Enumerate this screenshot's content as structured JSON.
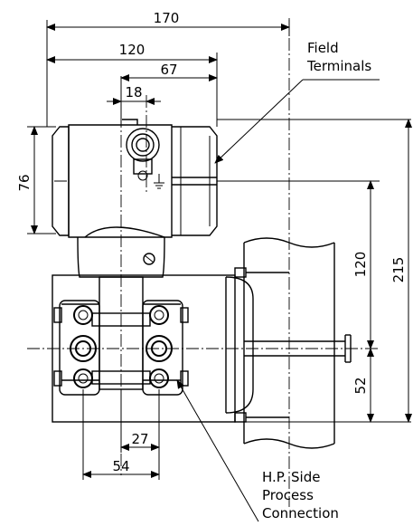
{
  "dimensions": {
    "overall_width": "170",
    "body_width": "120",
    "offset_67": "67",
    "offset_18": "18",
    "housing_height": "76",
    "pipe_to_center": "120",
    "overall_height": "215",
    "lower_offset": "52",
    "flange_offset": "27",
    "flange_span": "54"
  },
  "labels": {
    "field_terminals_line1": "Field",
    "field_terminals_line2": "Terminals",
    "hp_side_line1": "H.P. Side",
    "hp_side_line2": "Process",
    "hp_side_line3": "Connection"
  }
}
